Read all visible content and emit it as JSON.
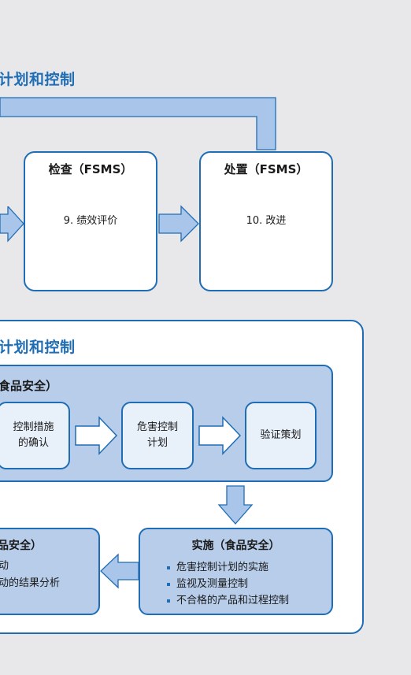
{
  "top_section": {
    "title": "计划和控制",
    "check_box": {
      "title": "检查（FSMS）",
      "content": "9. 绩效评价"
    },
    "act_box": {
      "title": "处置（FSMS）",
      "content": "10. 改进"
    }
  },
  "bottom_section": {
    "title": "计划和控制",
    "plan_panel": {
      "title": "食品安全）",
      "boxes": [
        {
          "line1": "控制措施",
          "line2": "的确认"
        },
        {
          "line1": "危害控制",
          "line2": "计划"
        },
        {
          "line1": "验证策划",
          "line2": ""
        }
      ]
    },
    "do_panel": {
      "title": "实施（食品安全）",
      "items": [
        "危害控制计划的实施",
        "监视及测量控制",
        "不合格的产品和过程控制"
      ]
    },
    "check_panel": {
      "title": "品安全）",
      "items": [
        "动",
        "动的结果分析"
      ]
    }
  },
  "colors": {
    "accent": "#1f6db5",
    "panel_fill": "#b7cdea",
    "arrow_fill": "#a9c6ea"
  }
}
